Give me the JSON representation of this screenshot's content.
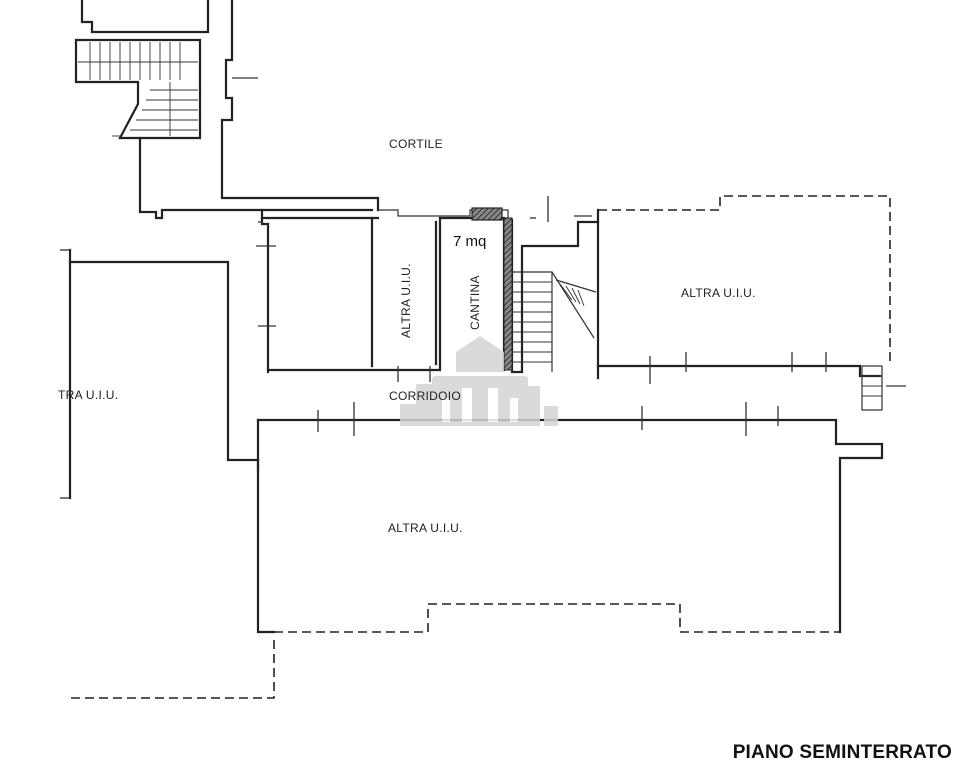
{
  "floor_title": "PIANO SEMINTERRATO",
  "rooms": {
    "cortile": "CORTILE",
    "area": "7 mq",
    "altra_left_vertical": "ALTRA U.I.U.",
    "cantina": "CANTINA",
    "altra_right": "ALTRA U.I.U.",
    "altra_far_left": "TRA U.I.U.",
    "corridoio": "CORRIDOIO",
    "altra_bottom": "ALTRA U.I.U."
  },
  "colors": {
    "line": "#222222",
    "watermark": "#d4d4d4",
    "hatch": "#555555"
  }
}
